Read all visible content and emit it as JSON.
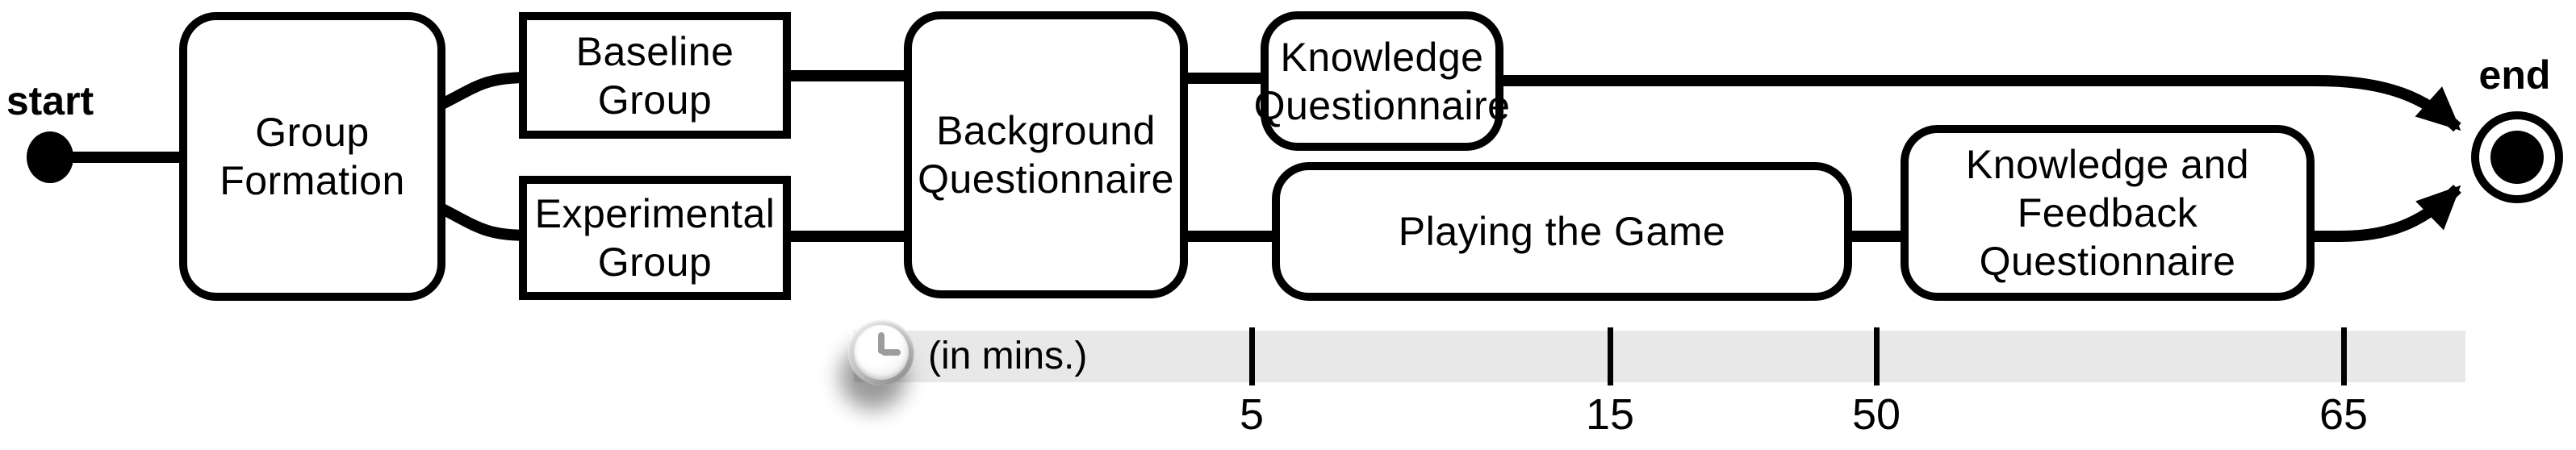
{
  "diagram": {
    "start_label": "start",
    "end_label": "end",
    "nodes": {
      "group_formation": {
        "label": "Group\nFormation",
        "shape": "rounded"
      },
      "baseline_group": {
        "label": "Baseline\nGroup",
        "shape": "rectangle"
      },
      "experimental_group": {
        "label": "Experimental\nGroup",
        "shape": "rectangle"
      },
      "background_questionnaire": {
        "label": "Background\nQuestionnaire",
        "shape": "rounded"
      },
      "knowledge_questionnaire": {
        "label": "Knowledge\nQuestionnaire",
        "shape": "rounded"
      },
      "playing_the_game": {
        "label": "Playing the Game",
        "shape": "rounded"
      },
      "knowledge_feedback_questionnaire": {
        "label": "Knowledge and\nFeedback\nQuestionnaire",
        "shape": "rounded"
      }
    },
    "timeline": {
      "unit_label": "(in mins.)",
      "tick_values": [
        "5",
        "15",
        "50",
        "65"
      ],
      "icon": "clock-icon"
    },
    "colors": {
      "line": "#000000",
      "node_fill": "#ffffff",
      "timeline_bar": "#e8e8e8"
    }
  }
}
